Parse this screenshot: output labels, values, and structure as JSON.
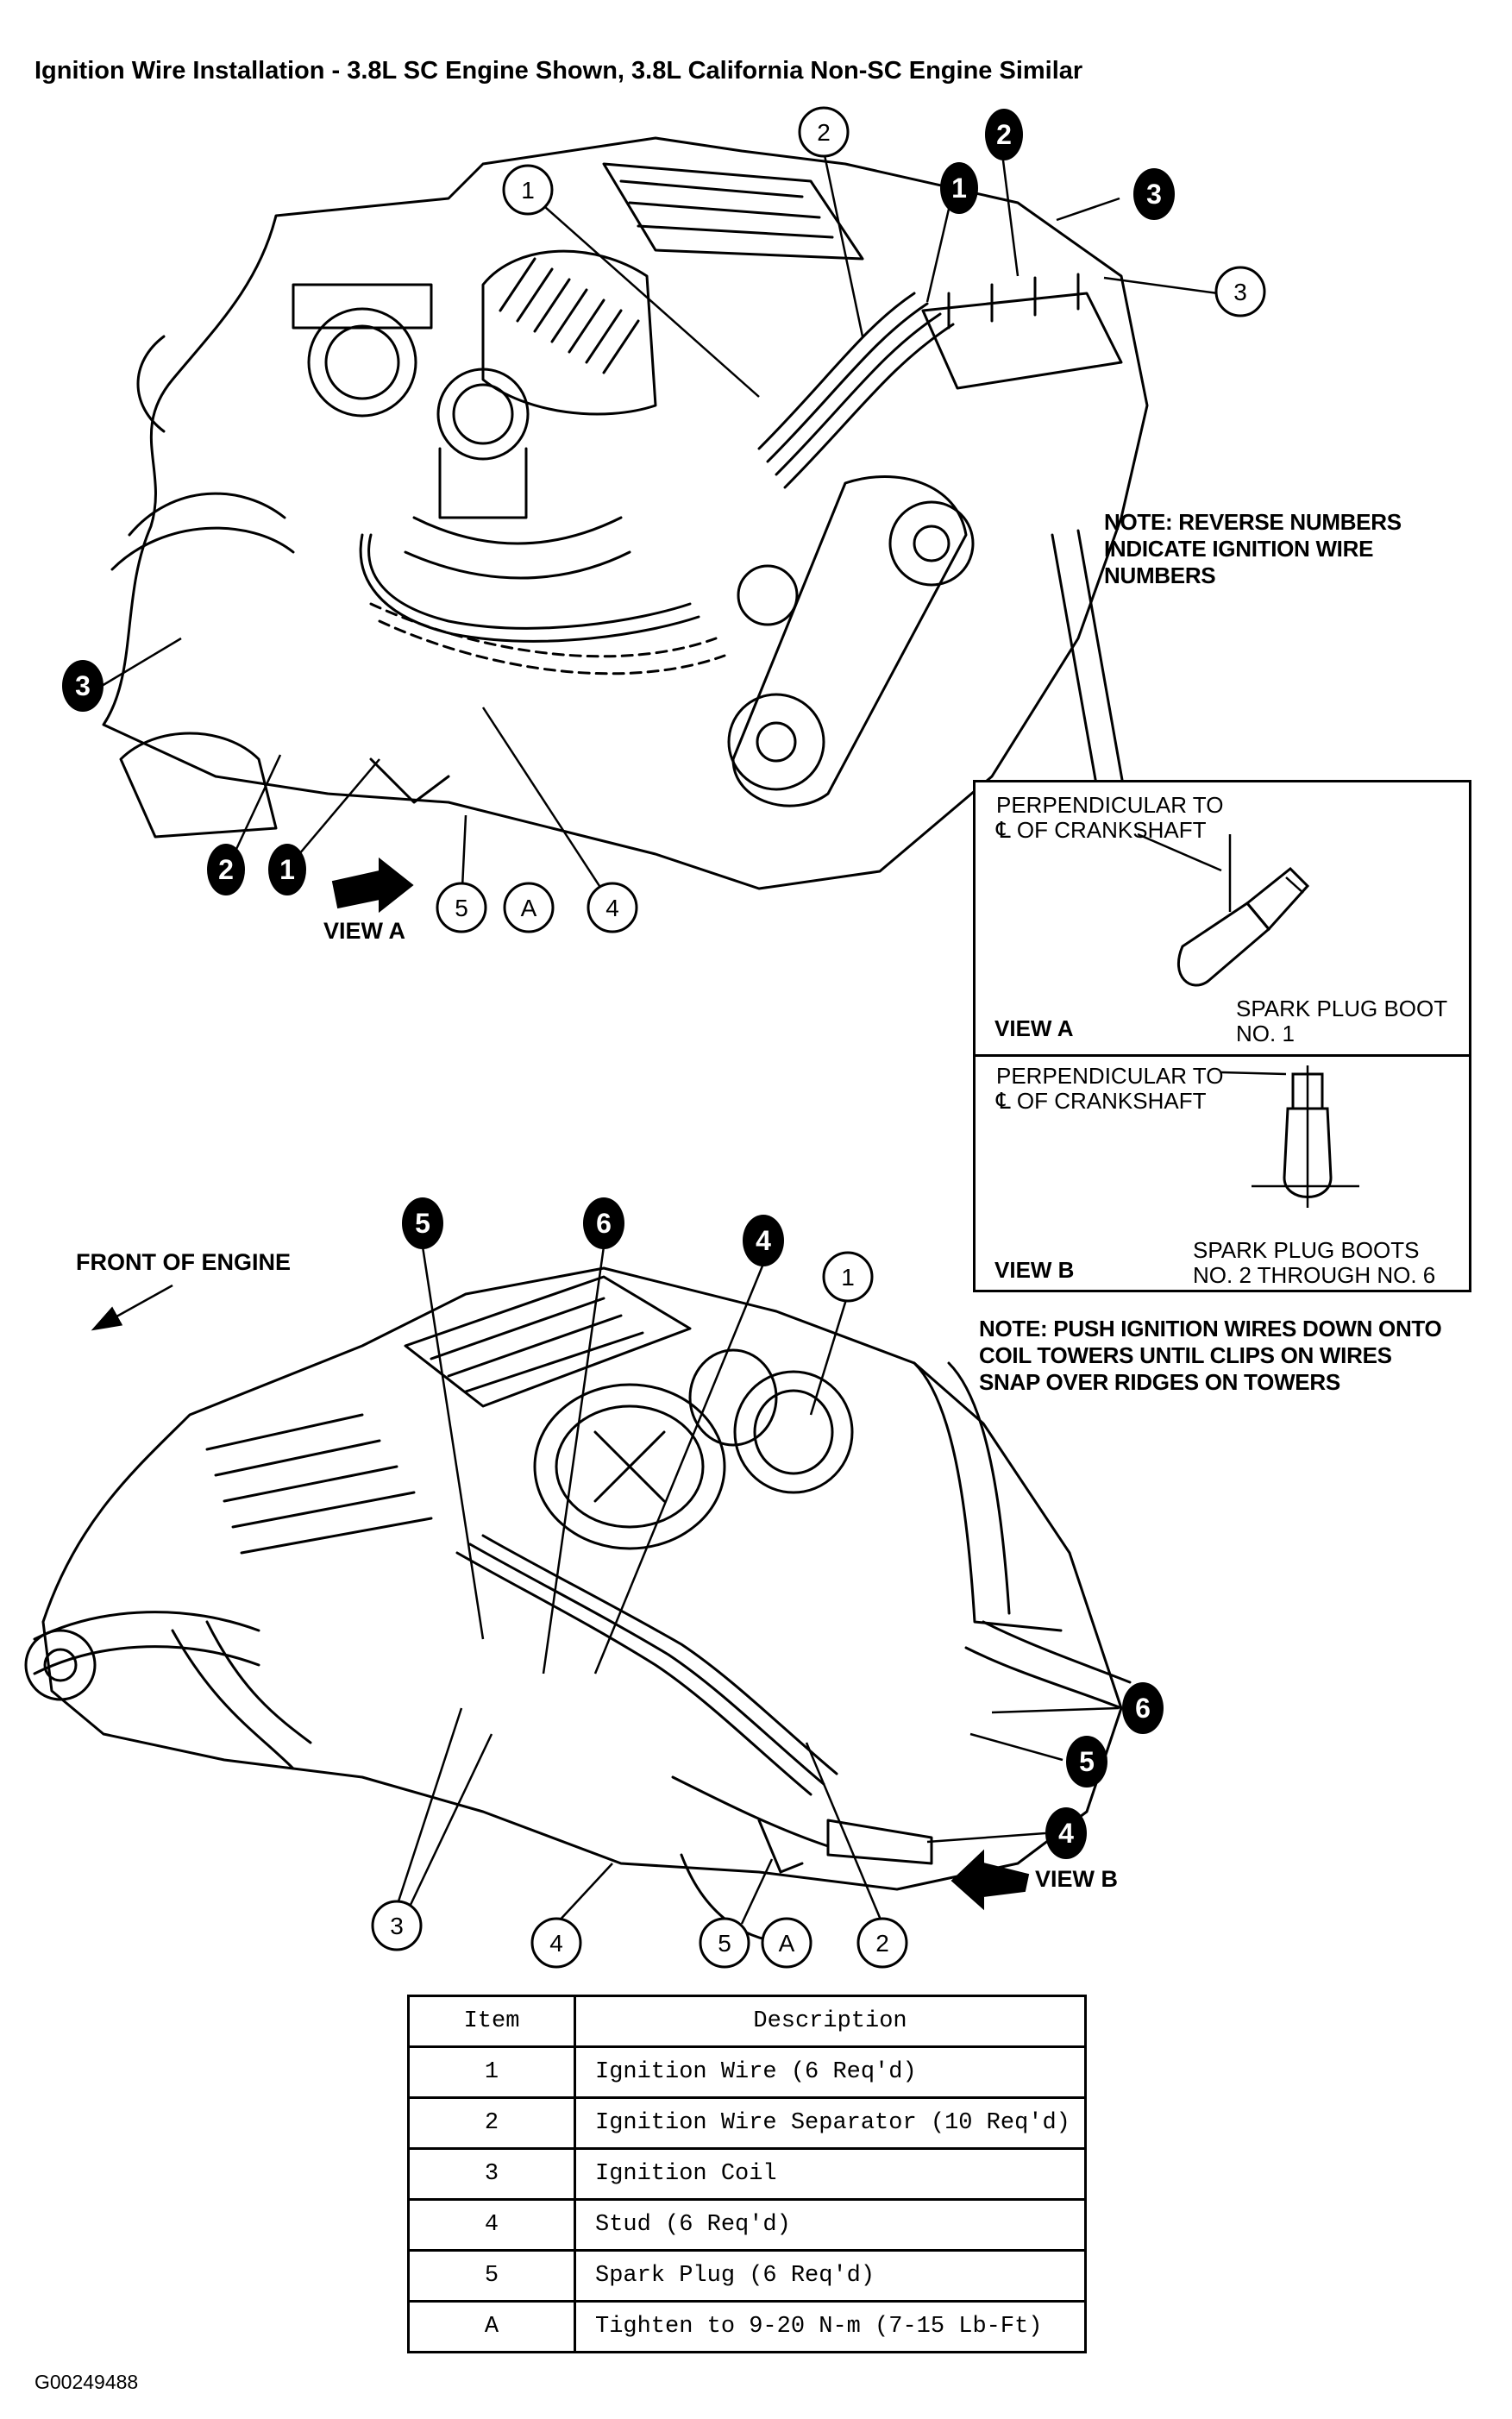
{
  "title": "Ignition Wire Installation - 3.8L SC Engine Shown, 3.8L California Non-SC Engine Similar",
  "notes": {
    "reverse_numbers": "NOTE: REVERSE NUMBERS\nINDICATE IGNITION WIRE\nNUMBERS",
    "push_wires": "NOTE: PUSH IGNITION WIRES DOWN ONTO\nCOIL TOWERS UNTIL CLIPS ON WIRES\nSNAP OVER RIDGES ON TOWERS"
  },
  "view_labels": {
    "view_a": "VIEW A",
    "view_b": "VIEW B",
    "front_of_engine": "FRONT OF ENGINE"
  },
  "detail_views": [
    {
      "view": "VIEW A",
      "reference": "PERPENDICULAR TO\n℄ OF CRANKSHAFT",
      "caption": "SPARK PLUG BOOT\nNO. 1"
    },
    {
      "view": "VIEW B",
      "reference": "PERPENDICULAR TO\n℄ OF CRANKSHAFT",
      "caption": "SPARK PLUG BOOTS\nNO. 2 THROUGH NO. 6"
    }
  ],
  "callouts": {
    "top": {
      "c1": "1",
      "c2": "2",
      "c3": "3",
      "c4": "4",
      "c5": "5",
      "cA": "A",
      "r1a": "1",
      "r2a": "2",
      "r3a": "3",
      "r1b": "1",
      "r2b": "2",
      "r3b": "3"
    },
    "bottom": {
      "c1": "1",
      "c2": "2",
      "c3": "3",
      "c4": "4",
      "c5": "5",
      "cA": "A",
      "r4a": "4",
      "r5a": "5",
      "r6a": "6",
      "r4b": "4",
      "r5b": "5",
      "r6b": "6"
    }
  },
  "table": {
    "headers": [
      "Item",
      "Description"
    ],
    "rows": [
      {
        "item": "1",
        "description": "Ignition Wire (6 Req'd)"
      },
      {
        "item": "2",
        "description": "Ignition Wire Separator (10 Req'd)"
      },
      {
        "item": "3",
        "description": "Ignition Coil"
      },
      {
        "item": "4",
        "description": "Stud (6 Req'd)"
      },
      {
        "item": "5",
        "description": "Spark Plug (6 Req'd)"
      },
      {
        "item": "A",
        "description": "Tighten to 9-20 N-m (7-15 Lb-Ft)"
      }
    ]
  },
  "figure_id": "G00249488"
}
